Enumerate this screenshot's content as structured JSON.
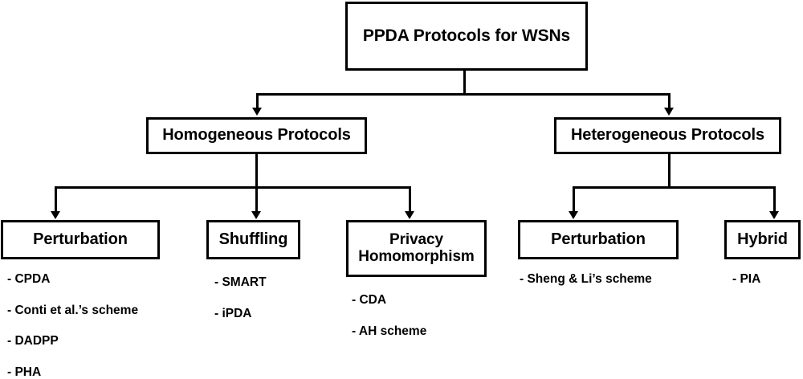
{
  "diagram": {
    "title": "PPDA Protocols for WSNs",
    "type": "tree-taxonomy",
    "root": {
      "label": "PPDA Protocols for WSNs"
    },
    "level1": [
      {
        "label": "Homogeneous Protocols"
      },
      {
        "label": "Heterogeneous Protocols"
      }
    ],
    "level2": [
      {
        "label": "Perturbation"
      },
      {
        "label": "Shuffling"
      },
      {
        "label": "Privacy\nHomomorphism",
        "line1": "Privacy",
        "line2": "Homomorphism"
      },
      {
        "label": "Perturbation"
      },
      {
        "label": "Hybrid"
      }
    ],
    "leaves": {
      "homogeneous_perturbation": [
        "- CPDA",
        "- Conti et al.’s scheme",
        "- DADPP",
        "- PHA"
      ],
      "homogeneous_shuffling": [
        "- SMART",
        "- iPDA"
      ],
      "homogeneous_privacy_homomorphism": [
        "- CDA",
        "- AH scheme"
      ],
      "heterogeneous_perturbation": [
        "- Sheng & Li’s scheme"
      ],
      "heterogeneous_hybrid": [
        "- PIA"
      ]
    },
    "colors": {
      "background": "#ffffff",
      "stroke": "#000000",
      "text": "#000000"
    }
  }
}
